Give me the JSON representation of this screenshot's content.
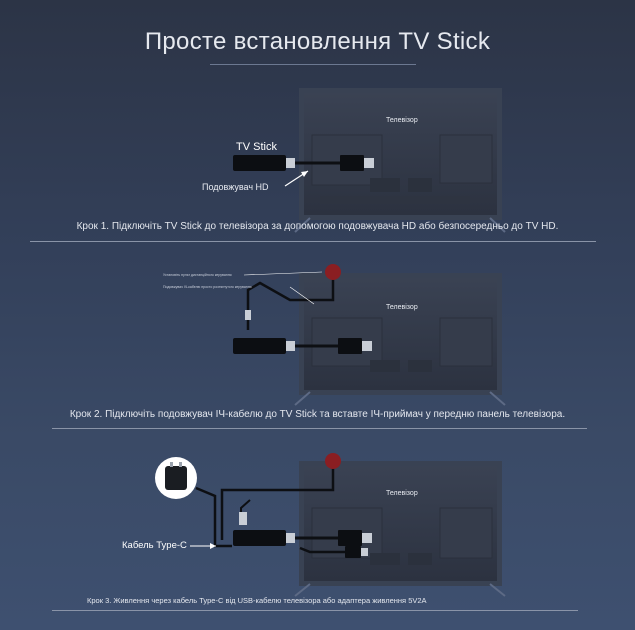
{
  "header": {
    "title": "Просте встановлення TV Stick"
  },
  "steps": [
    {
      "tv_label": "Телевізор",
      "stick_label": "TV Stick",
      "extender_label": "Подовжувач HD",
      "instruction": "Крок 1. Підключіть TV Stick до телевізора за допомогою подовжувача HD або безпосередньо до TV HD."
    },
    {
      "tv_label": "Телевізор",
      "tiny_1": "Установіть пульт дистанційного керування",
      "tiny_2": "Подовжувач ІЧ-кабелю просто розтягнутого керування",
      "instruction": "Крок 2. Підключіть подовжувач ІЧ-кабелю до TV Stick та вставте ІЧ-приймач у передню панель телевізора."
    },
    {
      "tv_label": "Телевізор",
      "cable_label": "Кабель Type-C",
      "instruction": "Крок 3. Живлення через кабель Type-C від USB-кабелю телевізора або адаптера живлення 5V2A"
    }
  ],
  "colors": {
    "tv_back": "#2f3645",
    "ir_receiver": "#8a1e22",
    "cable": "#0d0f13"
  }
}
